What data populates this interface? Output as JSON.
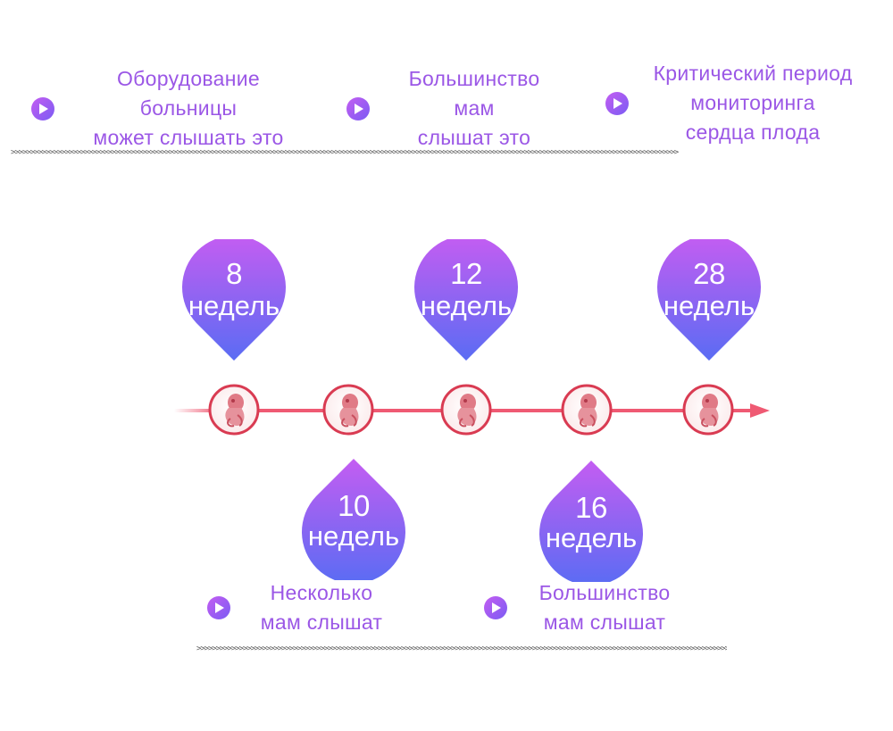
{
  "top_notes": [
    {
      "lines": [
        "Оборудование",
        "больницы",
        "может слышать это"
      ]
    },
    {
      "lines": [
        "Большинство",
        "мам",
        "слышат это"
      ]
    },
    {
      "lines": [
        "Критический период",
        "мониторинга",
        "сердца плода"
      ]
    }
  ],
  "bottom_notes": [
    {
      "lines": [
        "Несколько",
        "мам слышат"
      ]
    },
    {
      "lines": [
        "Большинство",
        "мам слышат"
      ]
    }
  ],
  "separator": ">>>>>>>>>>>>>>>>>>>>>>>>>>>>>>>>>>>>>>>>>>>>>>>>>>>>>>>>>>>>>>>>>>>>>>>>>>>>>>>>>>>>>>>>>>>>>>>>>>>>>>>>>>>>>>>>>>>>>>>>>>>>>>>>>>>>>>>>>>>>>>>>>>>>>>>>>>>>>>>>>>>>>>>>>>>>>",
  "milestones": [
    {
      "number": "8",
      "unit": "недель"
    },
    {
      "number": "10",
      "unit": "недель"
    },
    {
      "number": "12",
      "unit": "недель"
    },
    {
      "number": "16",
      "unit": "недель"
    },
    {
      "number": "28",
      "unit": "недель"
    }
  ],
  "colors": {
    "text_purple": "#9b57e6",
    "drop_top": "#c45df2",
    "drop_bottom": "#5a6cf3",
    "timeline_line": "#ef5a73",
    "circle_border": "#d93b52"
  },
  "icons": {
    "bullet": "play-circle-icon",
    "stage": "fetus-icon"
  }
}
